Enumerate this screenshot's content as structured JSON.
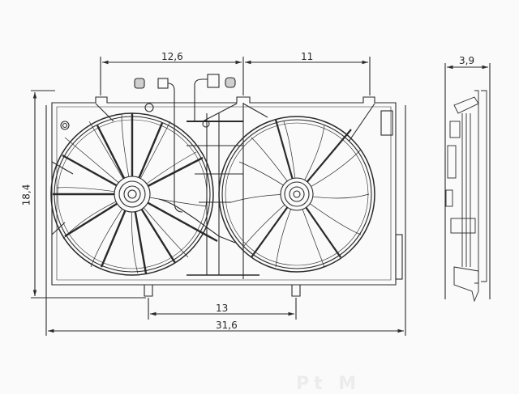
{
  "diagram": {
    "subject": "Dual radiator cooling fan assembly with shroud — front and side view",
    "background_color": "#fafafa",
    "line_color": "#2a2a2a",
    "dimensions": {
      "top_left_span": "12,6",
      "top_right_span": "11",
      "side_depth": "3,9",
      "overall_height": "18,4",
      "bottom_mount_span": "13",
      "overall_width": "31,6"
    },
    "components": {
      "left_fan": {
        "blades": 13,
        "label": "left-fan"
      },
      "right_fan": {
        "blades": 11,
        "label": "right-fan"
      },
      "connectors": [
        "connector-1",
        "connector-2",
        "connector-3",
        "connector-4"
      ],
      "side_view": "shroud-side-profile"
    },
    "watermark": "Pt M"
  }
}
